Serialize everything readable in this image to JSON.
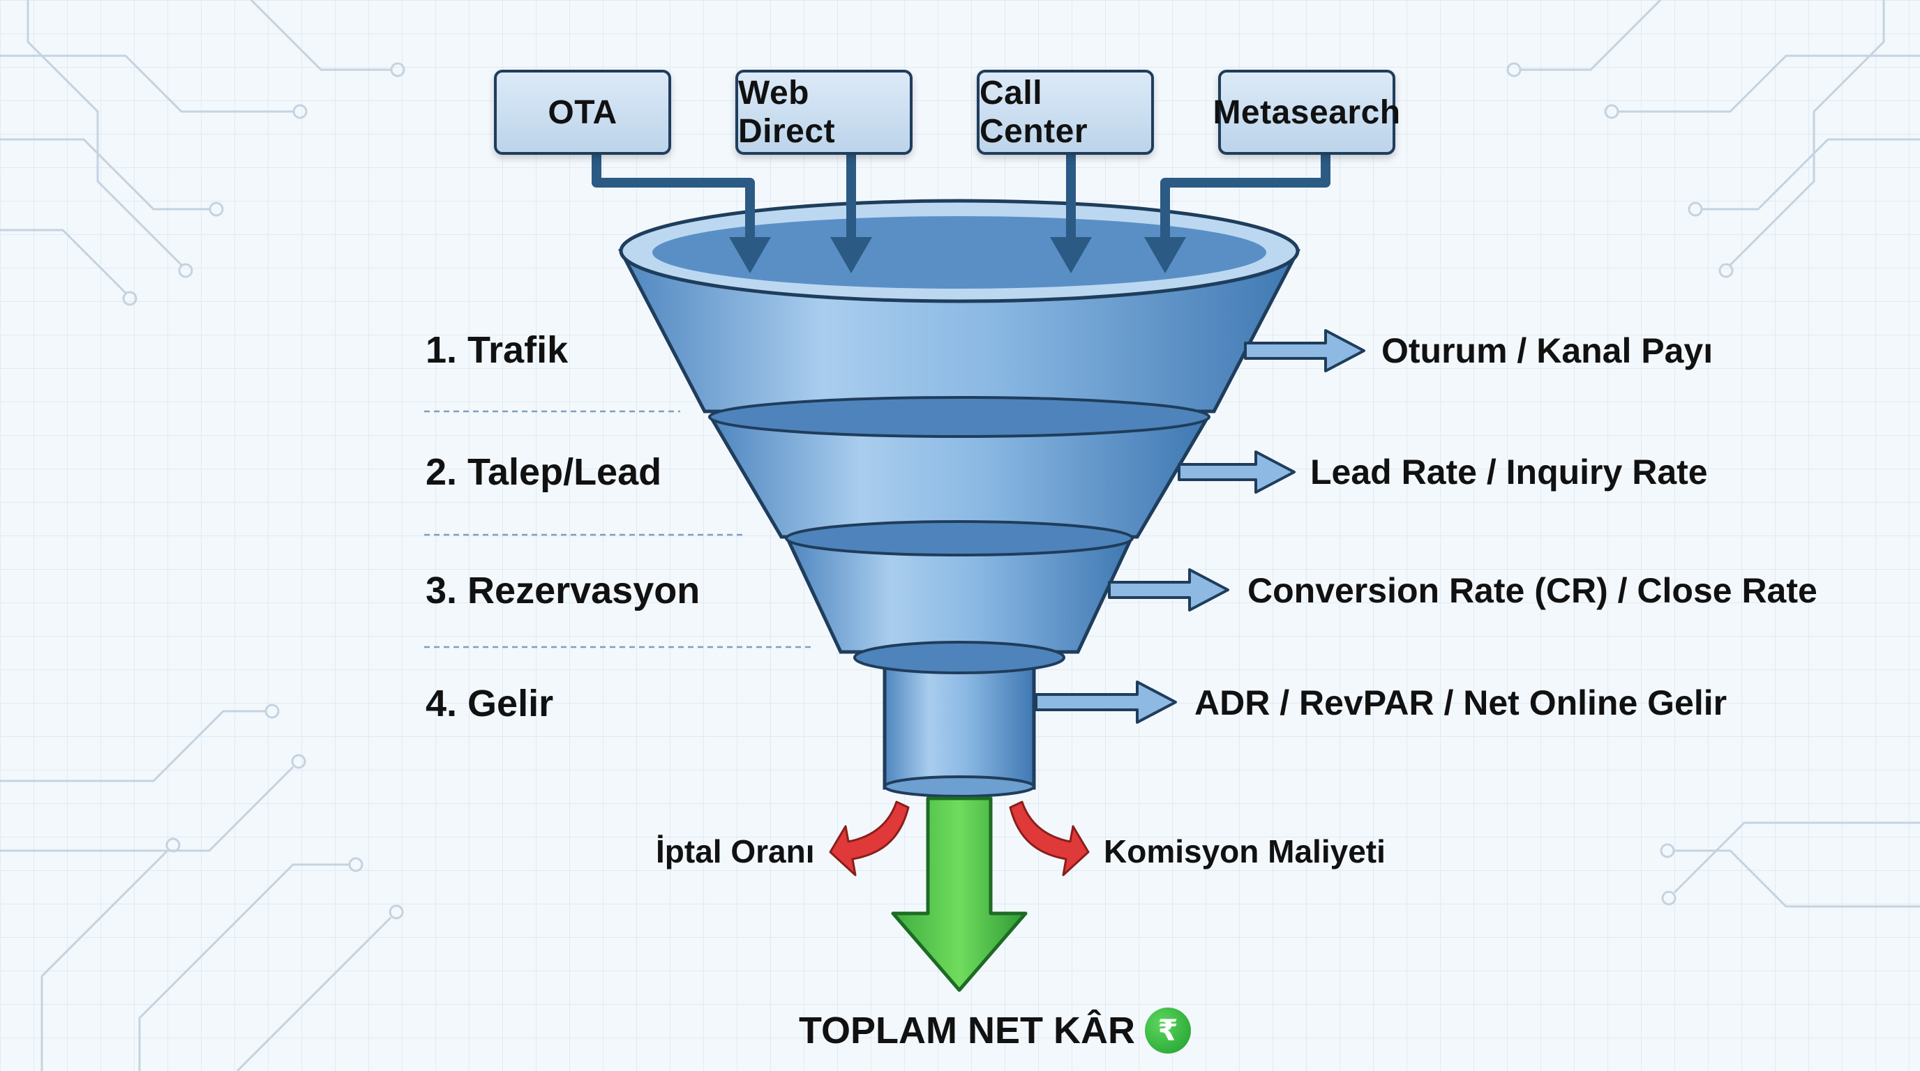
{
  "sources": [
    "OTA",
    "Web Direct",
    "Call Center",
    "Metasearch"
  ],
  "stages": [
    {
      "label": "1. Trafik",
      "metric": "Oturum / Kanal Payı"
    },
    {
      "label": "2. Talep/Lead",
      "metric": "Lead Rate / Inquiry Rate"
    },
    {
      "label": "3. Rezervasyon",
      "metric": "Conversion Rate (CR) / Close Rate"
    },
    {
      "label": "4. Gelir",
      "metric": "ADR / RevPAR / Net Online Gelir"
    }
  ],
  "leaks": {
    "left": "İptal Oranı",
    "right": "Komisyon Maliyeti"
  },
  "result": {
    "label": "TOPLAM NET KÂR",
    "icon": "₹"
  },
  "colors": {
    "funnel": "#6fa3d6",
    "outline": "#1f3d5c",
    "arrow": "#2b5a85",
    "leak": "#d9342b",
    "result": "#3cbb3c"
  }
}
